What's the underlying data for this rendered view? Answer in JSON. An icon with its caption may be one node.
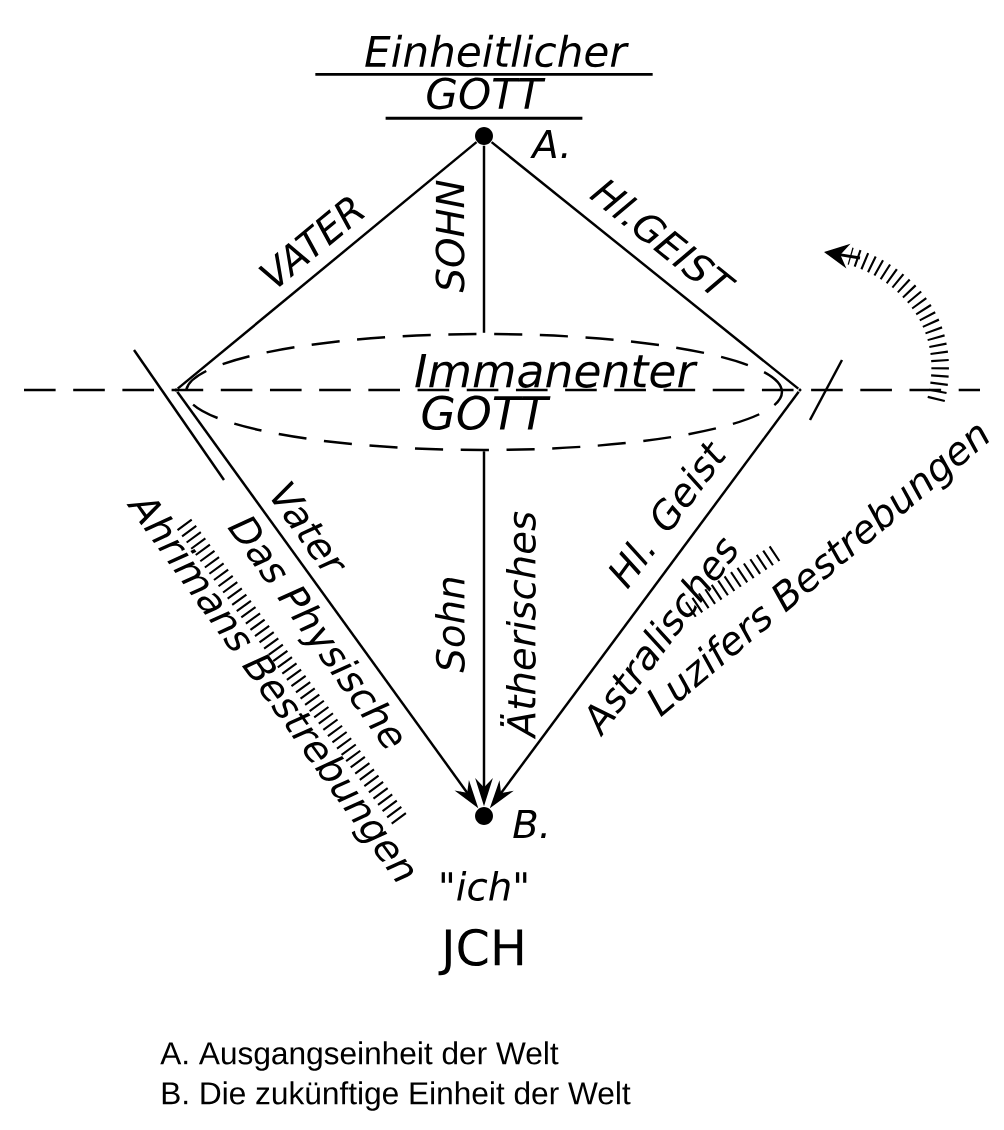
{
  "diagram": {
    "nodes": [
      {
        "text": [],
        "shape": "circle",
        "beside": [
          "Einheitlicher GOTT",
          "A."
        ]
      },
      {
        "text": [],
        "shape": "point"
      },
      {
        "text": [],
        "shape": "point"
      },
      {
        "text": [
          "Immanenter GOTT"
        ]
      },
      {
        "text": [],
        "shape": "circle",
        "beside": [
          "B.",
          "\"ich\"",
          "JCH"
        ]
      }
    ],
    "edges": [
      {
        "from": 0,
        "to": 1,
        "arrow": "none",
        "label": "VATER"
      },
      {
        "from": 0,
        "to": 3,
        "arrow": "none",
        "label": "SOHN"
      },
      {
        "from": 0,
        "to": 2,
        "arrow": "none",
        "label": "Hl.GEIST"
      },
      {
        "from": 1,
        "to": 4,
        "arrow": "to",
        "label": "Vater"
      },
      {
        "from": 3,
        "to": 4,
        "arrow": "to",
        "label": "Sohn"
      },
      {
        "from": 2,
        "to": 4,
        "arrow": "to",
        "label": "Hl. Geist"
      }
    ],
    "labels": [
      "Das Physische",
      "Ätherisches",
      "Astralisches",
      "Ahrimans Bestrebungen",
      "Luzifers Bestrebungen",
      "A. Ausgangseinheit der Welt",
      "B. Die zukünftige Einheit der Welt"
    ]
  }
}
